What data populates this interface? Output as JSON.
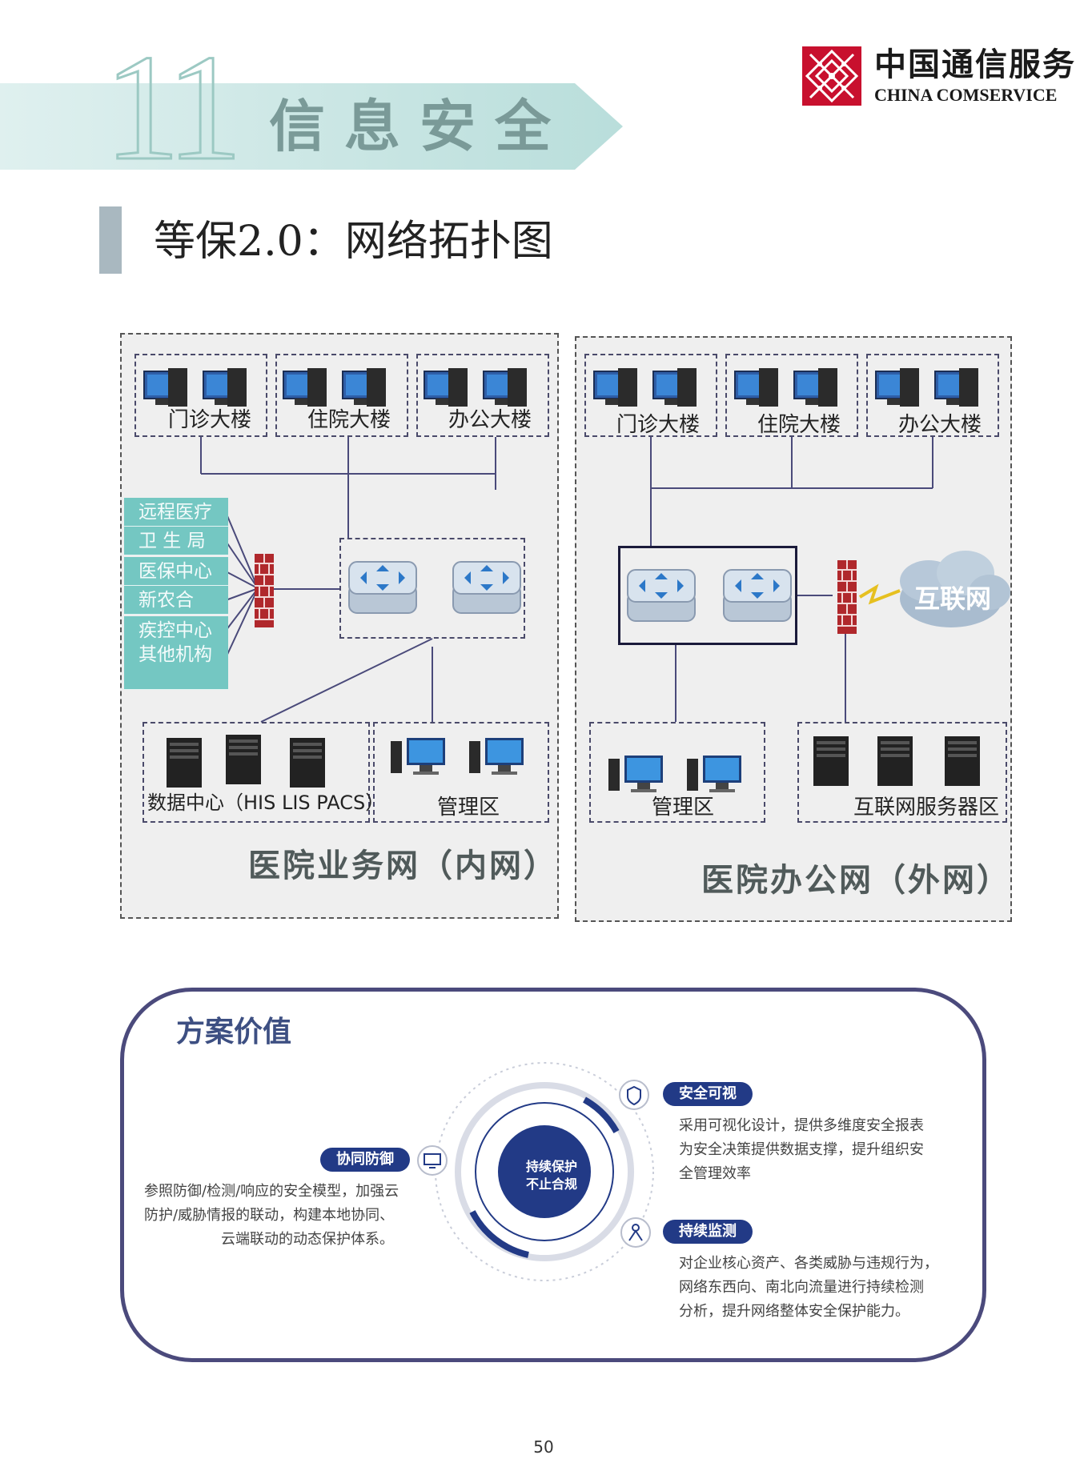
{
  "header": {
    "chapter_number": "11",
    "chapter_title": "信息安全",
    "logo_cn": "中国通信服务",
    "logo_en": "CHINA COMSERVICE",
    "subtitle": "等保2.0：网络拓扑图"
  },
  "diagram": {
    "inner_network": {
      "buildings": [
        "门诊大楼",
        "住院大楼",
        "办公大楼"
      ],
      "institutions": [
        "远程医疗",
        "卫 生 局",
        "医保中心",
        "新农合",
        "疾控中心",
        "其他机构"
      ],
      "data_center_label": "数据中心（HIS LIS PACS）",
      "management_label": "管理区",
      "network_name": "医院业务网（内网）"
    },
    "outer_network": {
      "buildings": [
        "门诊大楼",
        "住院大楼",
        "办公大楼"
      ],
      "internet_label": "互联网",
      "management_label": "管理区",
      "server_zone_label": "互联网服务器区",
      "network_name": "医院办公网（外网）"
    }
  },
  "value_panel": {
    "title": "方案价值",
    "center_line1": "持续保护",
    "center_line2": "不止合规",
    "items": [
      {
        "tag": "安全可视",
        "lines": [
          "采用可视化设计，提供多维度安全报表",
          "为安全决策提供数据支撑，提升组织安",
          "全管理效率"
        ],
        "icon": "shield-icon"
      },
      {
        "tag": "协同防御",
        "lines": [
          "参照防御/检测/响应的安全模型，加强云",
          "防护/威胁情报的联动，构建本地协同、",
          "云端联动的动态保护体系。"
        ],
        "icon": "monitor-icon"
      },
      {
        "tag": "持续监测",
        "lines": [
          "对企业核心资产、各类威胁与违规行为，",
          "网络东西向、南北向流量进行持续检测",
          "分析，提升网络整体安全保护能力。"
        ],
        "icon": "robot-icon"
      }
    ]
  },
  "page_number": "50",
  "colors": {
    "banner": "#cfe7e6",
    "logo_red": "#c8102e",
    "institution_teal": "#74c7c2",
    "panel_border": "#4b4a7c",
    "pill_navy": "#223a86",
    "firewall_red": "#b0282c"
  }
}
